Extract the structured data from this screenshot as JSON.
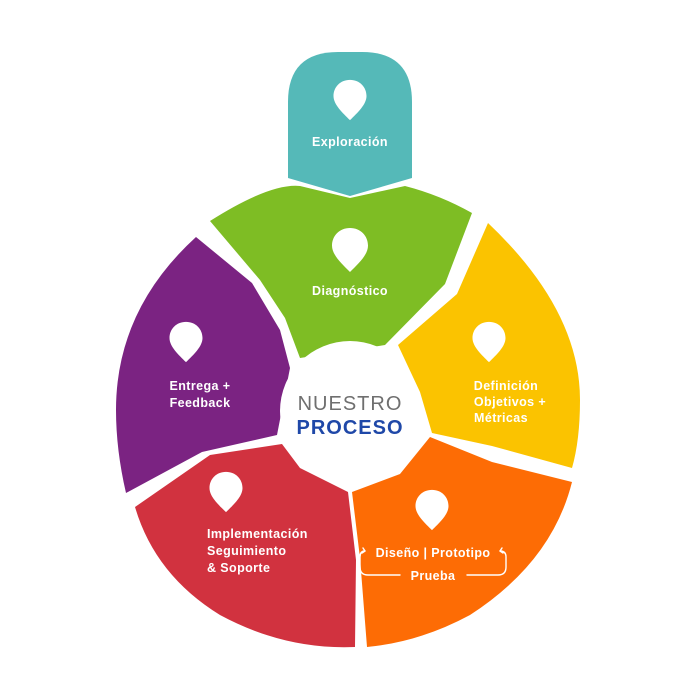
{
  "center": {
    "line1": "NUESTRO",
    "line2": "PROCESO"
  },
  "colors": {
    "exploracion": "#55b9b8",
    "diagnostico": "#7ebd24",
    "definicion": "#fbc300",
    "diseno": "#fd6c05",
    "implementacion": "#d1323f",
    "entrega": "#7b2382",
    "center_text_1": "#6f6f6f",
    "center_text_2": "#1f48a8"
  },
  "segments": {
    "exploracion": {
      "label": "Exploración",
      "icon": "map-pin-icon"
    },
    "diagnostico": {
      "label": "Diagnóstico",
      "icon": "map-pin-icon"
    },
    "definicion": {
      "lines": [
        "Definición",
        "Objetivos +",
        "Métricas"
      ],
      "icon": "map-pin-icon"
    },
    "diseno": {
      "line1": "Diseño | Prototipo",
      "line2": "Prueba",
      "icon": "map-pin-icon",
      "cycle_icon": "cycle-bracket-icon"
    },
    "implementacion": {
      "lines": [
        "Implementación",
        "Seguimiento",
        "& Soporte"
      ],
      "icon": "map-pin-icon"
    },
    "entrega": {
      "lines": [
        "Entrega +",
        "Feedback"
      ],
      "icon": "map-pin-icon"
    }
  }
}
